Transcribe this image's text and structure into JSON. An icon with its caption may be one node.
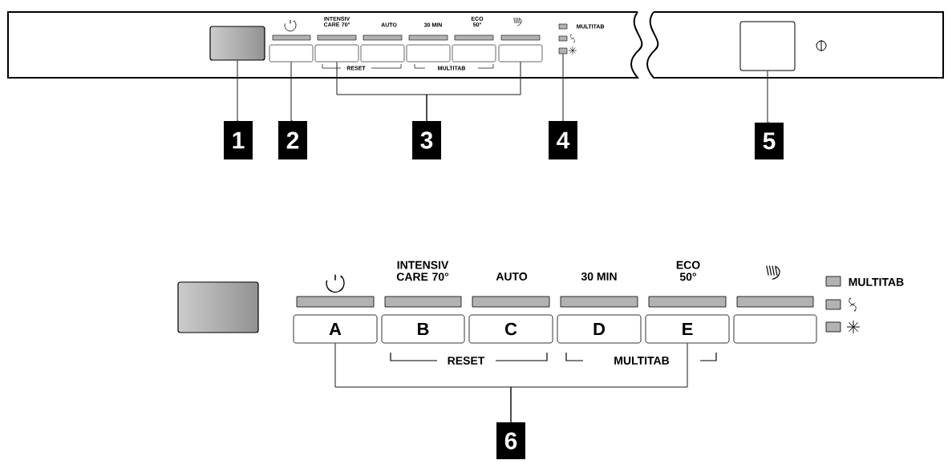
{
  "diagram": {
    "nodes": [
      {
        "text": [],
        "shape": "box"
      },
      {
        "text": [],
        "shape": "box"
      },
      {
        "text": [],
        "shape": "box"
      },
      {
        "text": [],
        "shape": "box"
      },
      {
        "text": [],
        "shape": "box"
      },
      {
        "text": [],
        "shape": "box"
      },
      {
        "text": [],
        "shape": "box"
      },
      {
        "text": [],
        "shape": "box"
      },
      {
        "text": [],
        "shape": "box"
      },
      {
        "text": [
          "1"
        ]
      },
      {
        "text": [
          "2"
        ]
      },
      {
        "text": [
          "3"
        ]
      },
      {
        "text": [
          "4"
        ]
      },
      {
        "text": [
          "5"
        ]
      },
      {
        "text": [],
        "shape": "box"
      },
      {
        "text": [
          "A"
        ]
      },
      {
        "text": [
          "B"
        ]
      },
      {
        "text": [
          "C"
        ]
      },
      {
        "text": [
          "D"
        ]
      },
      {
        "text": [
          "E"
        ]
      },
      {
        "text": [],
        "shape": "box"
      },
      {
        "text": [
          "6"
        ]
      }
    ],
    "edges": [
      {
        "from": 9,
        "to": 0,
        "arrow": "none"
      },
      {
        "from": 10,
        "to": 1,
        "arrow": "none"
      },
      {
        "from": 11,
        "to": 2,
        "arrow": "none"
      },
      {
        "from": 11,
        "to": 6,
        "arrow": "none"
      },
      {
        "from": 12,
        "to": 7,
        "arrow": "none"
      },
      {
        "from": 13,
        "to": 8,
        "arrow": "none"
      },
      {
        "from": 21,
        "to": 15,
        "arrow": "none"
      },
      {
        "from": 21,
        "to": 19,
        "arrow": "none"
      }
    ],
    "labels": [
      "INTENSIV CARE 70°",
      "AUTO",
      "30 MIN",
      "ECO 50°",
      "MULTITAB",
      "RESET",
      "MULTITAB",
      "INTENSIV CARE 70°",
      "AUTO",
      "30 MIN",
      "ECO 50°",
      "MULTITAB",
      "RESET",
      "MULTITAB"
    ]
  }
}
